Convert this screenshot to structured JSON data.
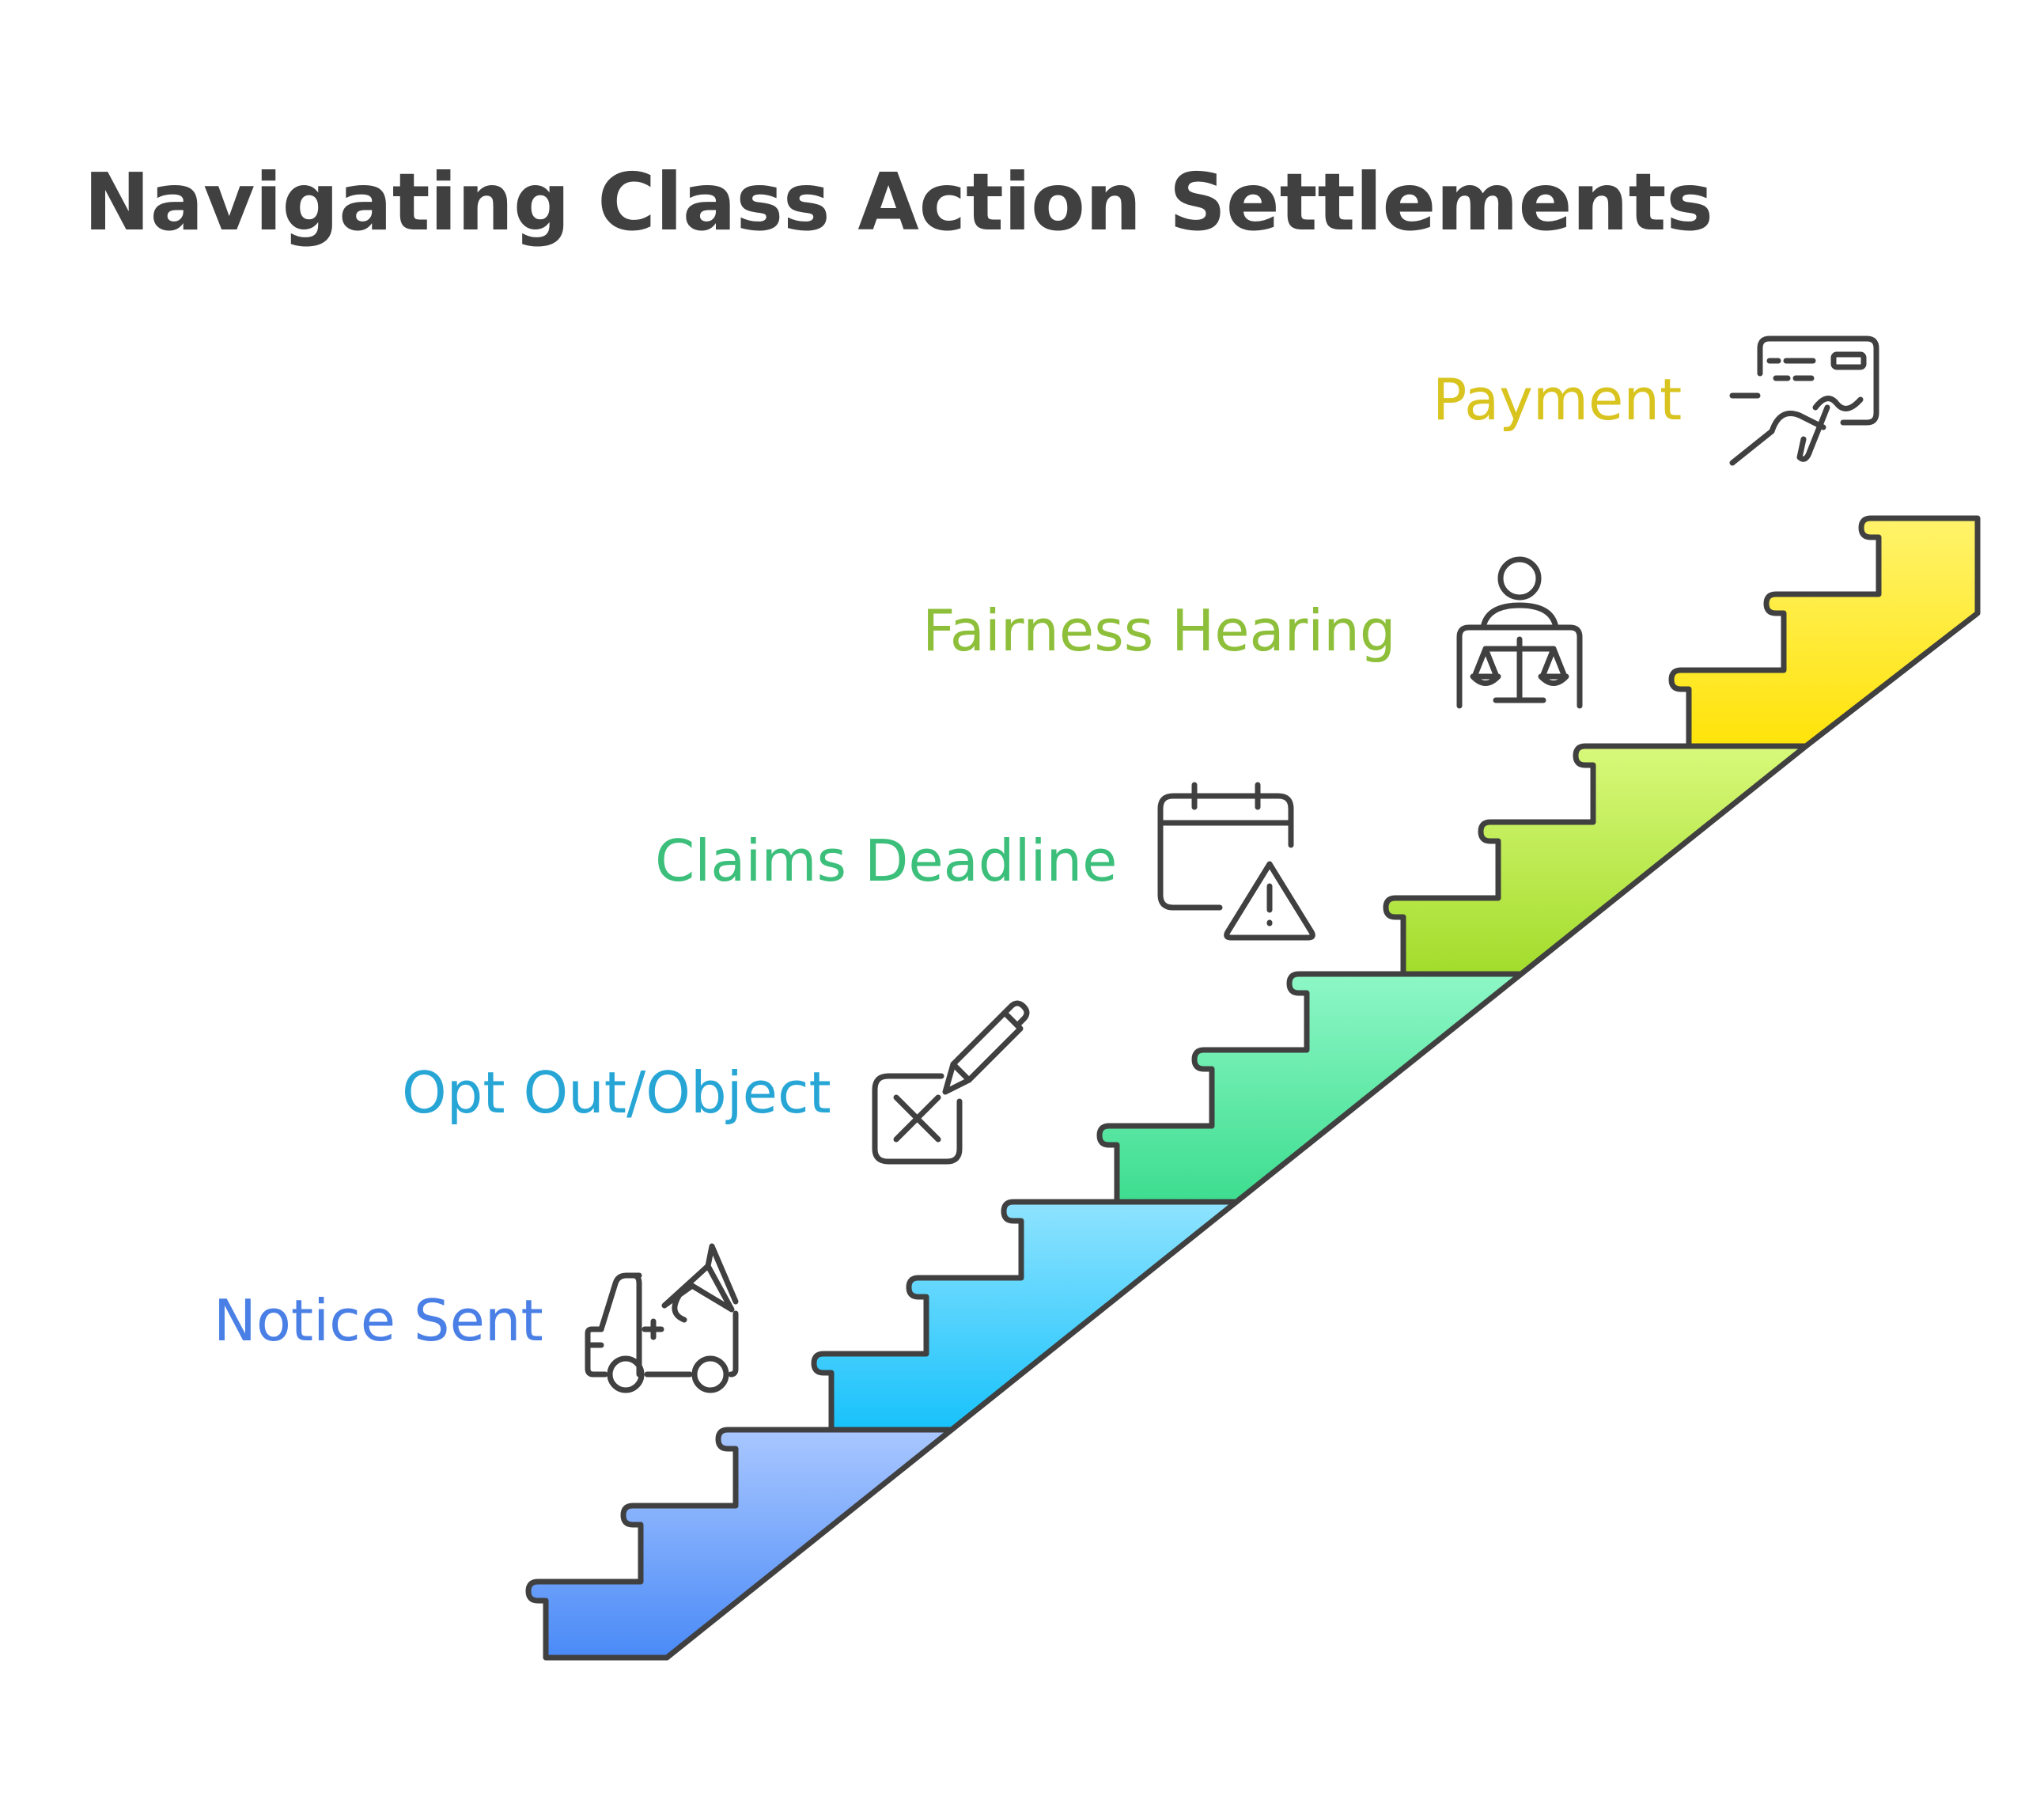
{
  "title": "Navigating Class Action Settlements",
  "steps": [
    {
      "label": "Notice Sent",
      "color": "#4a7fe6",
      "icon": "delivery-truck-megaphone-icon",
      "gradient": [
        "#a9c7ff",
        "#4a8af7"
      ]
    },
    {
      "label": "Opt Out/Object",
      "color": "#27a6d6",
      "icon": "checkbox-x-pencil-icon",
      "gradient": [
        "#8fe3ff",
        "#18c2fb"
      ]
    },
    {
      "label": "Claims Deadline",
      "color": "#3cbf7a",
      "icon": "calendar-warning-icon",
      "gradient": [
        "#8ef7c6",
        "#3ddd8f"
      ]
    },
    {
      "label": "Fairness Hearing",
      "color": "#8ebf3a",
      "icon": "judge-scales-icon",
      "gradient": [
        "#d8f97a",
        "#a3dc2c"
      ]
    },
    {
      "label": "Payment",
      "color": "#d9c41f",
      "icon": "hand-signing-check-icon",
      "gradient": [
        "#fff36b",
        "#ffe30a"
      ]
    }
  ]
}
